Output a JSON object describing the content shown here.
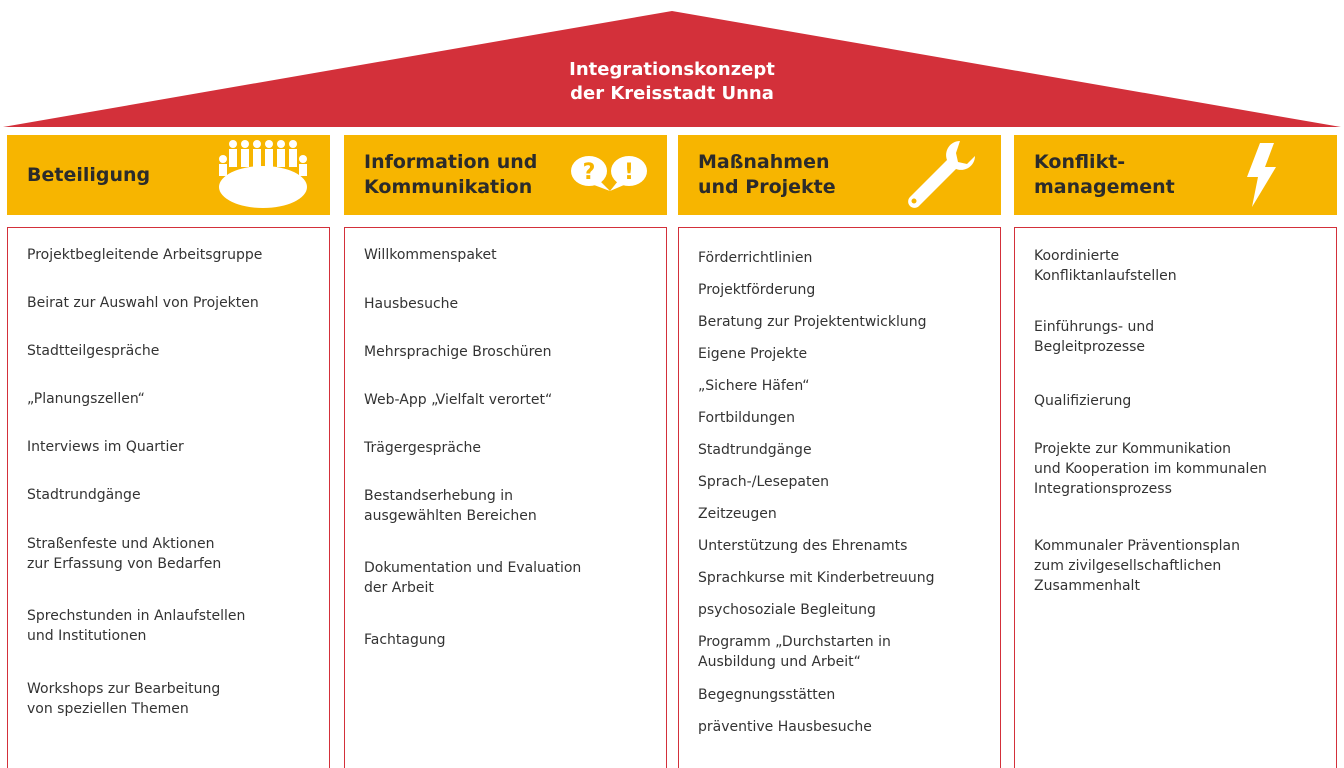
{
  "roof": {
    "title_line1": "Integrationskonzept",
    "title_line2": "der Kreisstadt Unna",
    "color": "#d3303a"
  },
  "colors": {
    "header_bg": "#f7b500",
    "border": "#d3303a",
    "text": "#333333"
  },
  "columns": [
    {
      "title_line1": "Beteiligung",
      "title_line2": "",
      "icon": "people-around-table-icon",
      "items": [
        "Projektbegleitende Arbeitsgruppe",
        "Beirat zur Auswahl von Projekten",
        "Stadtteilgespräche",
        "„Planungszellen“",
        "Interviews im Quartier",
        "Stadtrundgänge",
        "Straßenfeste und Aktionen\nzur Erfassung von Bedarfen",
        "Sprechstunden in Anlaufstellen\nund Institutionen",
        "Workshops zur Bearbeitung\nvon speziellen Themen"
      ]
    },
    {
      "title_line1": "Information und",
      "title_line2": "Kommunikation",
      "icon": "speech-bubbles-icon",
      "bubble1": "?",
      "bubble2": "!",
      "items": [
        "Willkommenspaket",
        "Hausbesuche",
        "Mehrsprachige Broschüren",
        "Web-App „Vielfalt verortet“",
        "Trägergespräche",
        "Bestandserhebung in\nausgewählten Bereichen",
        "Dokumentation und Evaluation\nder Arbeit",
        "Fachtagung"
      ]
    },
    {
      "title_line1": "Maßnahmen",
      "title_line2": "und Projekte",
      "icon": "wrench-icon",
      "items": [
        "Förderrichtlinien",
        "Projektförderung",
        "Beratung zur Projektentwicklung",
        "Eigene Projekte",
        "„Sichere Häfen“",
        "Fortbildungen",
        "Stadtrundgänge",
        "Sprach-/Lesepaten",
        "Zeitzeugen",
        "Unterstützung des Ehrenamts",
        "Sprachkurse mit Kinderbetreuung",
        "psychosoziale Begleitung",
        "Programm „Durchstarten in\nAusbildung und Arbeit“",
        "Begegnungsstätten",
        "präventive Hausbesuche"
      ]
    },
    {
      "title_line1": "Konflikt-",
      "title_line2": "management",
      "icon": "lightning-bolt-icon",
      "items": [
        "Koordinierte\nKonfliktanlaufstellen",
        "Einführungs- und\nBegleitprozesse",
        "Qualifizierung",
        "Projekte zur Kommunikation\nund Kooperation im kommunalen\nIntegrationsprozess",
        "Kommunaler Präventionsplan\nzum zivilgesellschaftlichen\nZusammenhalt"
      ]
    }
  ]
}
